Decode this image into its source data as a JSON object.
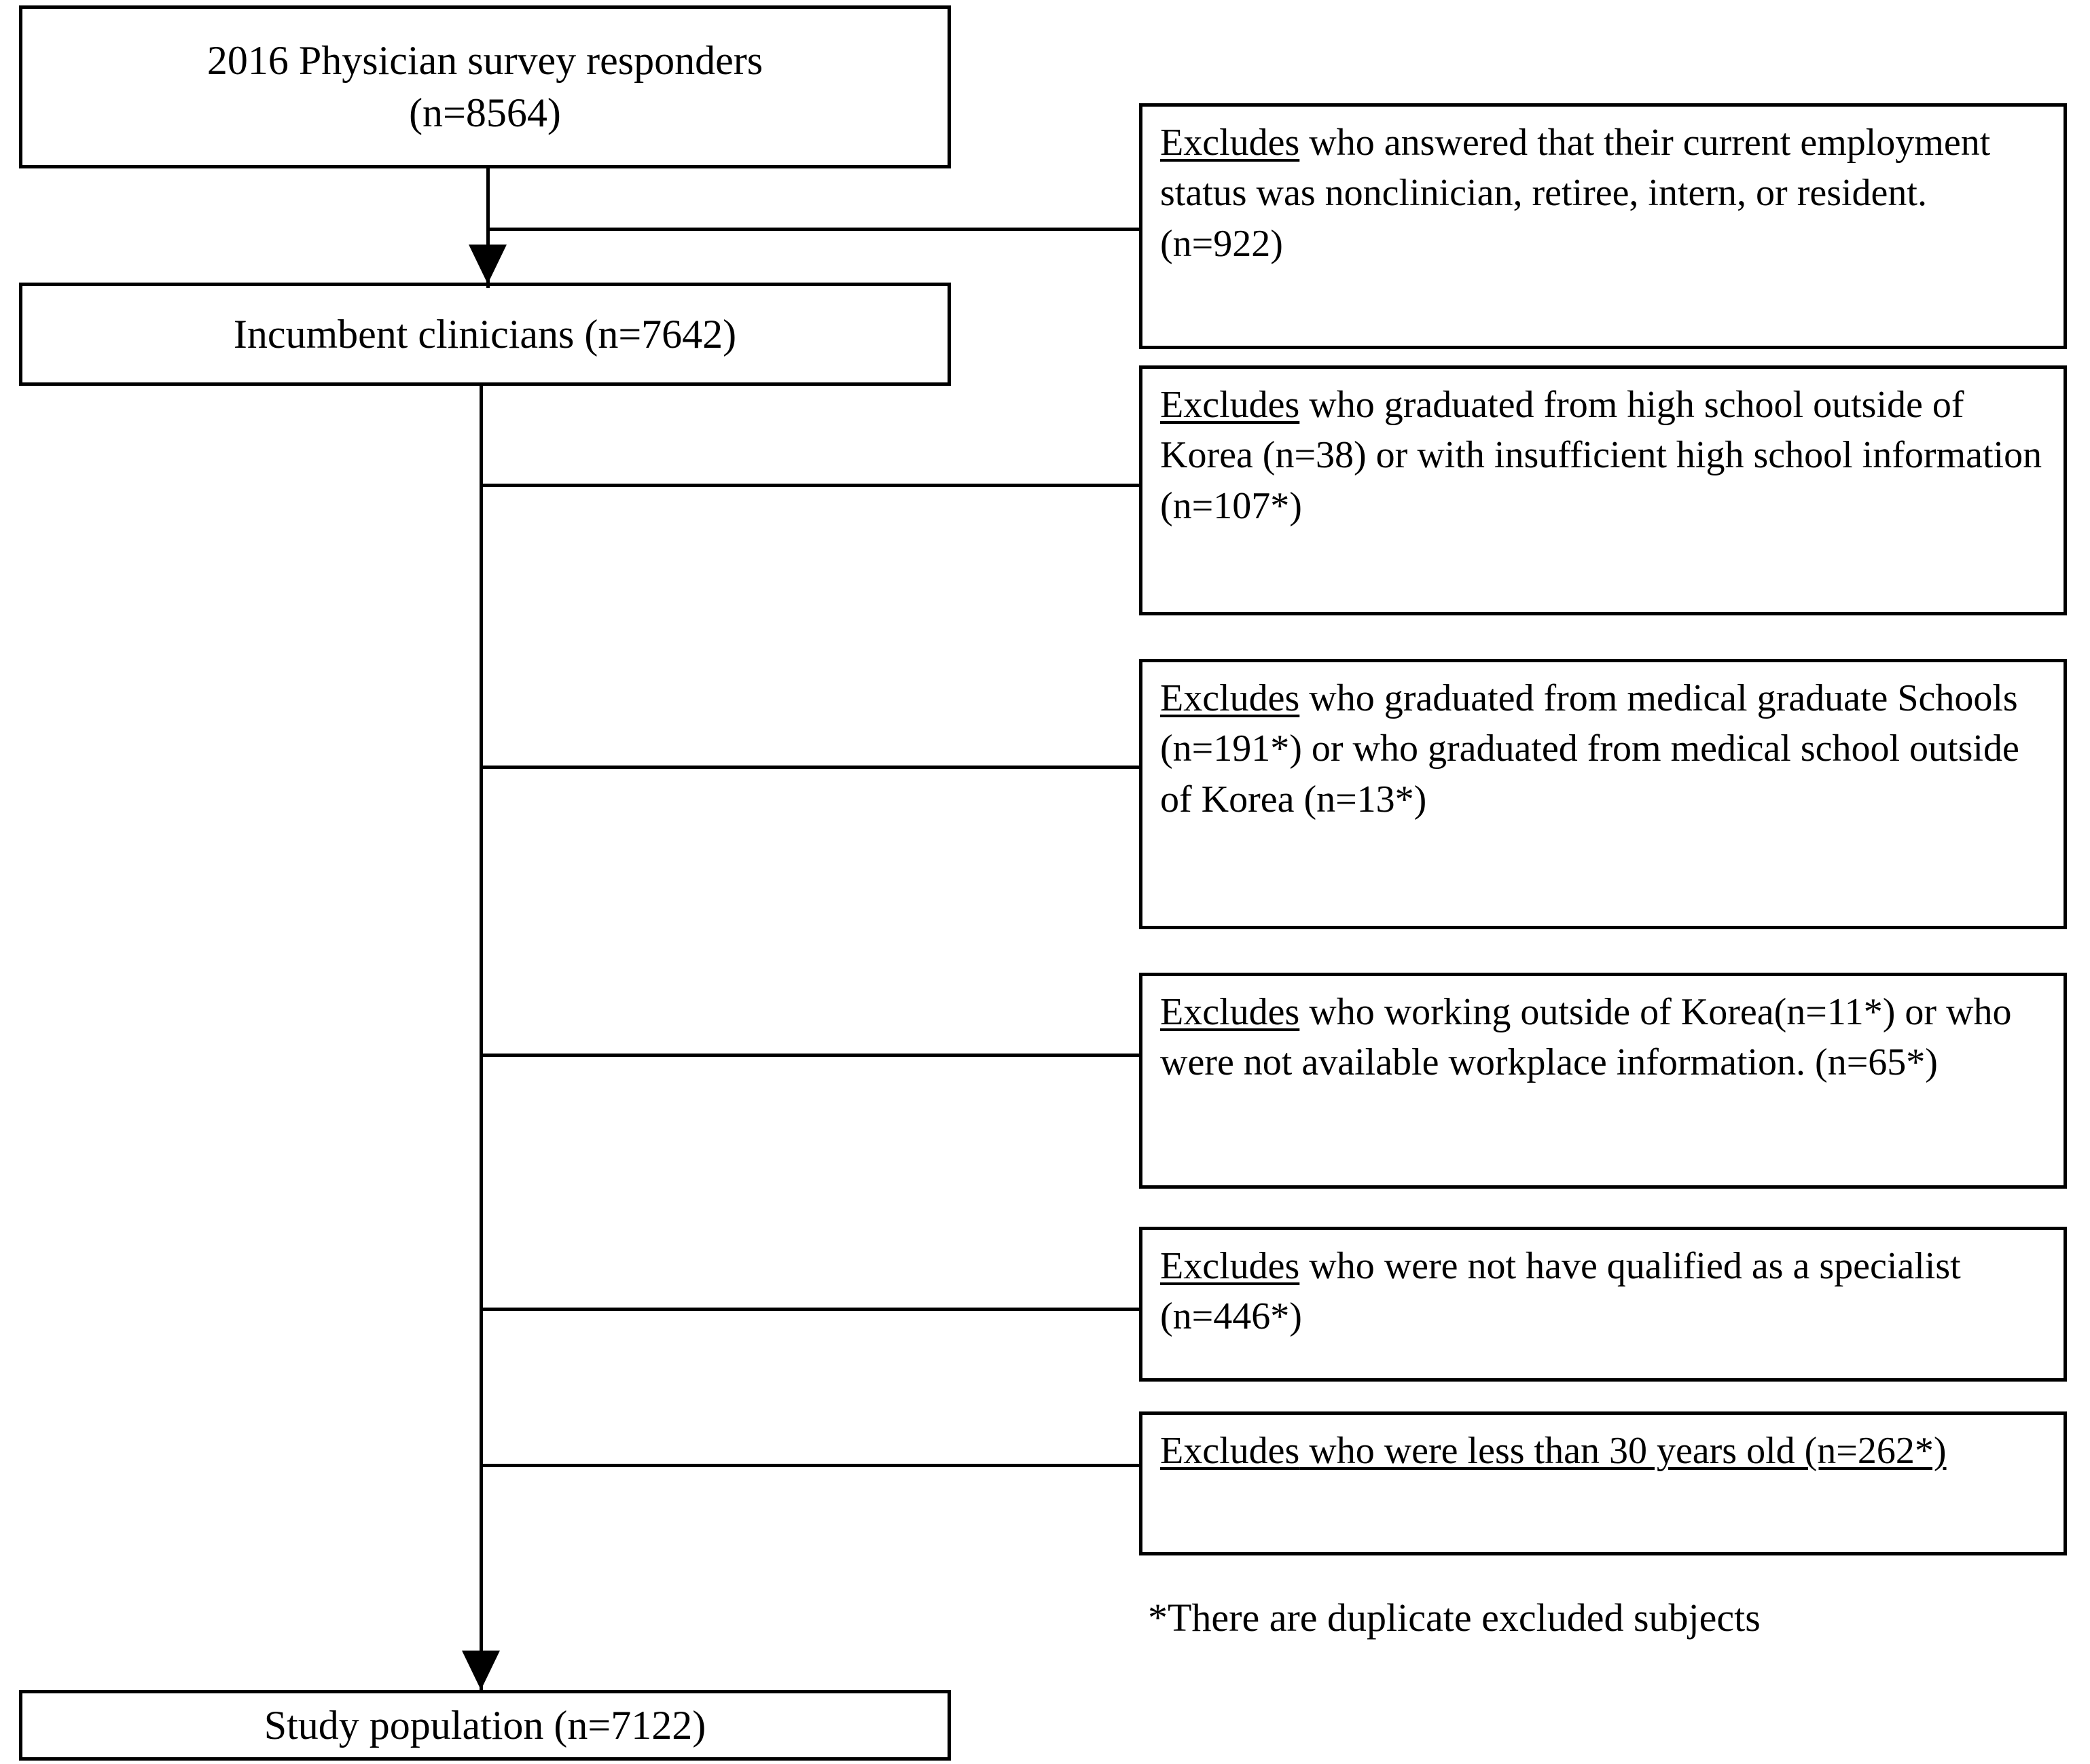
{
  "figure": {
    "type": "flowchart",
    "orientation": "vertical-with-right-exclusions",
    "title": "Study population selection flow diagram"
  },
  "flow_nodes": [
    {
      "id": "responders",
      "role": "start",
      "line1": "2016 Physician survey responders",
      "line2": "(n=8564)",
      "n": 8564
    },
    {
      "id": "incumbent",
      "role": "intermediate",
      "line1": "Incumbent clinicians (n=7642)",
      "n": 7642
    },
    {
      "id": "study_population",
      "role": "end",
      "line1": "Study population (n=7122)",
      "n": 7122
    }
  ],
  "exclusions": [
    {
      "id": "exclusion-1",
      "keyword": "Excludes",
      "text": " who answered that their current employment status was nonclinician, retiree, intern, or resident. (n=922)",
      "counts": [
        922
      ]
    },
    {
      "id": "exclusion-2",
      "keyword": "Excludes",
      "text": " who graduated from high school outside of Korea (n=38)  or with insufficient high school information (n=107*)",
      "counts": [
        38,
        107
      ]
    },
    {
      "id": "exclusion-3",
      "keyword": "Excludes",
      "text": "  who graduated from medical graduate Schools (n=191*) or who graduated from medical school outside of Korea (n=13*)",
      "counts": [
        191,
        13
      ]
    },
    {
      "id": "exclusion-4",
      "keyword": "Excludes",
      "text": " who working outside of Korea(n=11*) or who were not available workplace information. (n=65*)",
      "counts": [
        11,
        65
      ]
    },
    {
      "id": "exclusion-5",
      "keyword": "Excludes",
      "text": " who were not have qualified as a specialist (n=446*)",
      "counts": [
        446
      ]
    },
    {
      "id": "exclusion-6",
      "keyword": "Excludes",
      "text": " who were less than 30 years old (n=262*)",
      "counts": [
        262
      ]
    }
  ],
  "footnote": {
    "text": "*There are duplicate excluded subjects"
  },
  "colors": {
    "stroke": "#000000",
    "background": "#ffffff",
    "text": "#000000"
  }
}
